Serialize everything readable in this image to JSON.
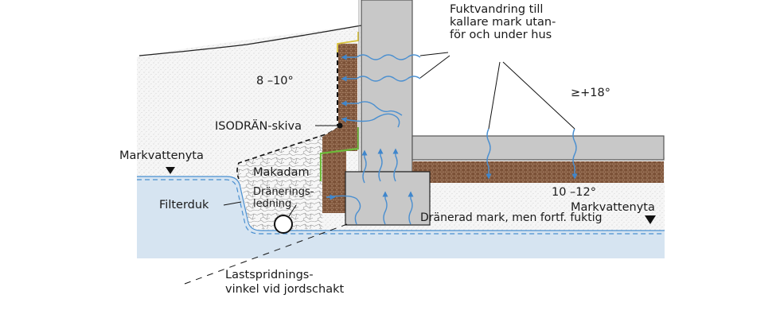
{
  "title": "Fuktvandring i grund med ISODRÄN-skiva",
  "labels": {
    "fuktvandring": [
      "Fuktvandring till",
      "kallare mark utan-",
      "för och under hus"
    ],
    "temp_outside": "8 –10°",
    "temp_inside": "≥+18°",
    "temp_under": "10 –12°",
    "isodran": "ISODRÄN-skiva",
    "markvattenyta_left": "Markvattenyta",
    "markvattenyta_right": "Markvattenyta",
    "makadam": "Makadam",
    "draneringsledning": [
      "Dränerings-",
      "ledning"
    ],
    "filterduk": "Filterduk",
    "dranerad_mark": "Dränerad mark, men fortf. fuktig",
    "lastspridning": [
      "Lastspridnings-",
      "vinkel vid jordschakt"
    ]
  },
  "colors": {
    "soil": "#f4f4f4",
    "water": "#d6e4f1",
    "water_line": "#4a8fd0",
    "concrete": "#c8c8c8",
    "insulation": "#6b4a35",
    "arrow": "#3f86cc",
    "green_membrane": "#6dbb3a",
    "yellow_edge": "#d9c23a"
  }
}
